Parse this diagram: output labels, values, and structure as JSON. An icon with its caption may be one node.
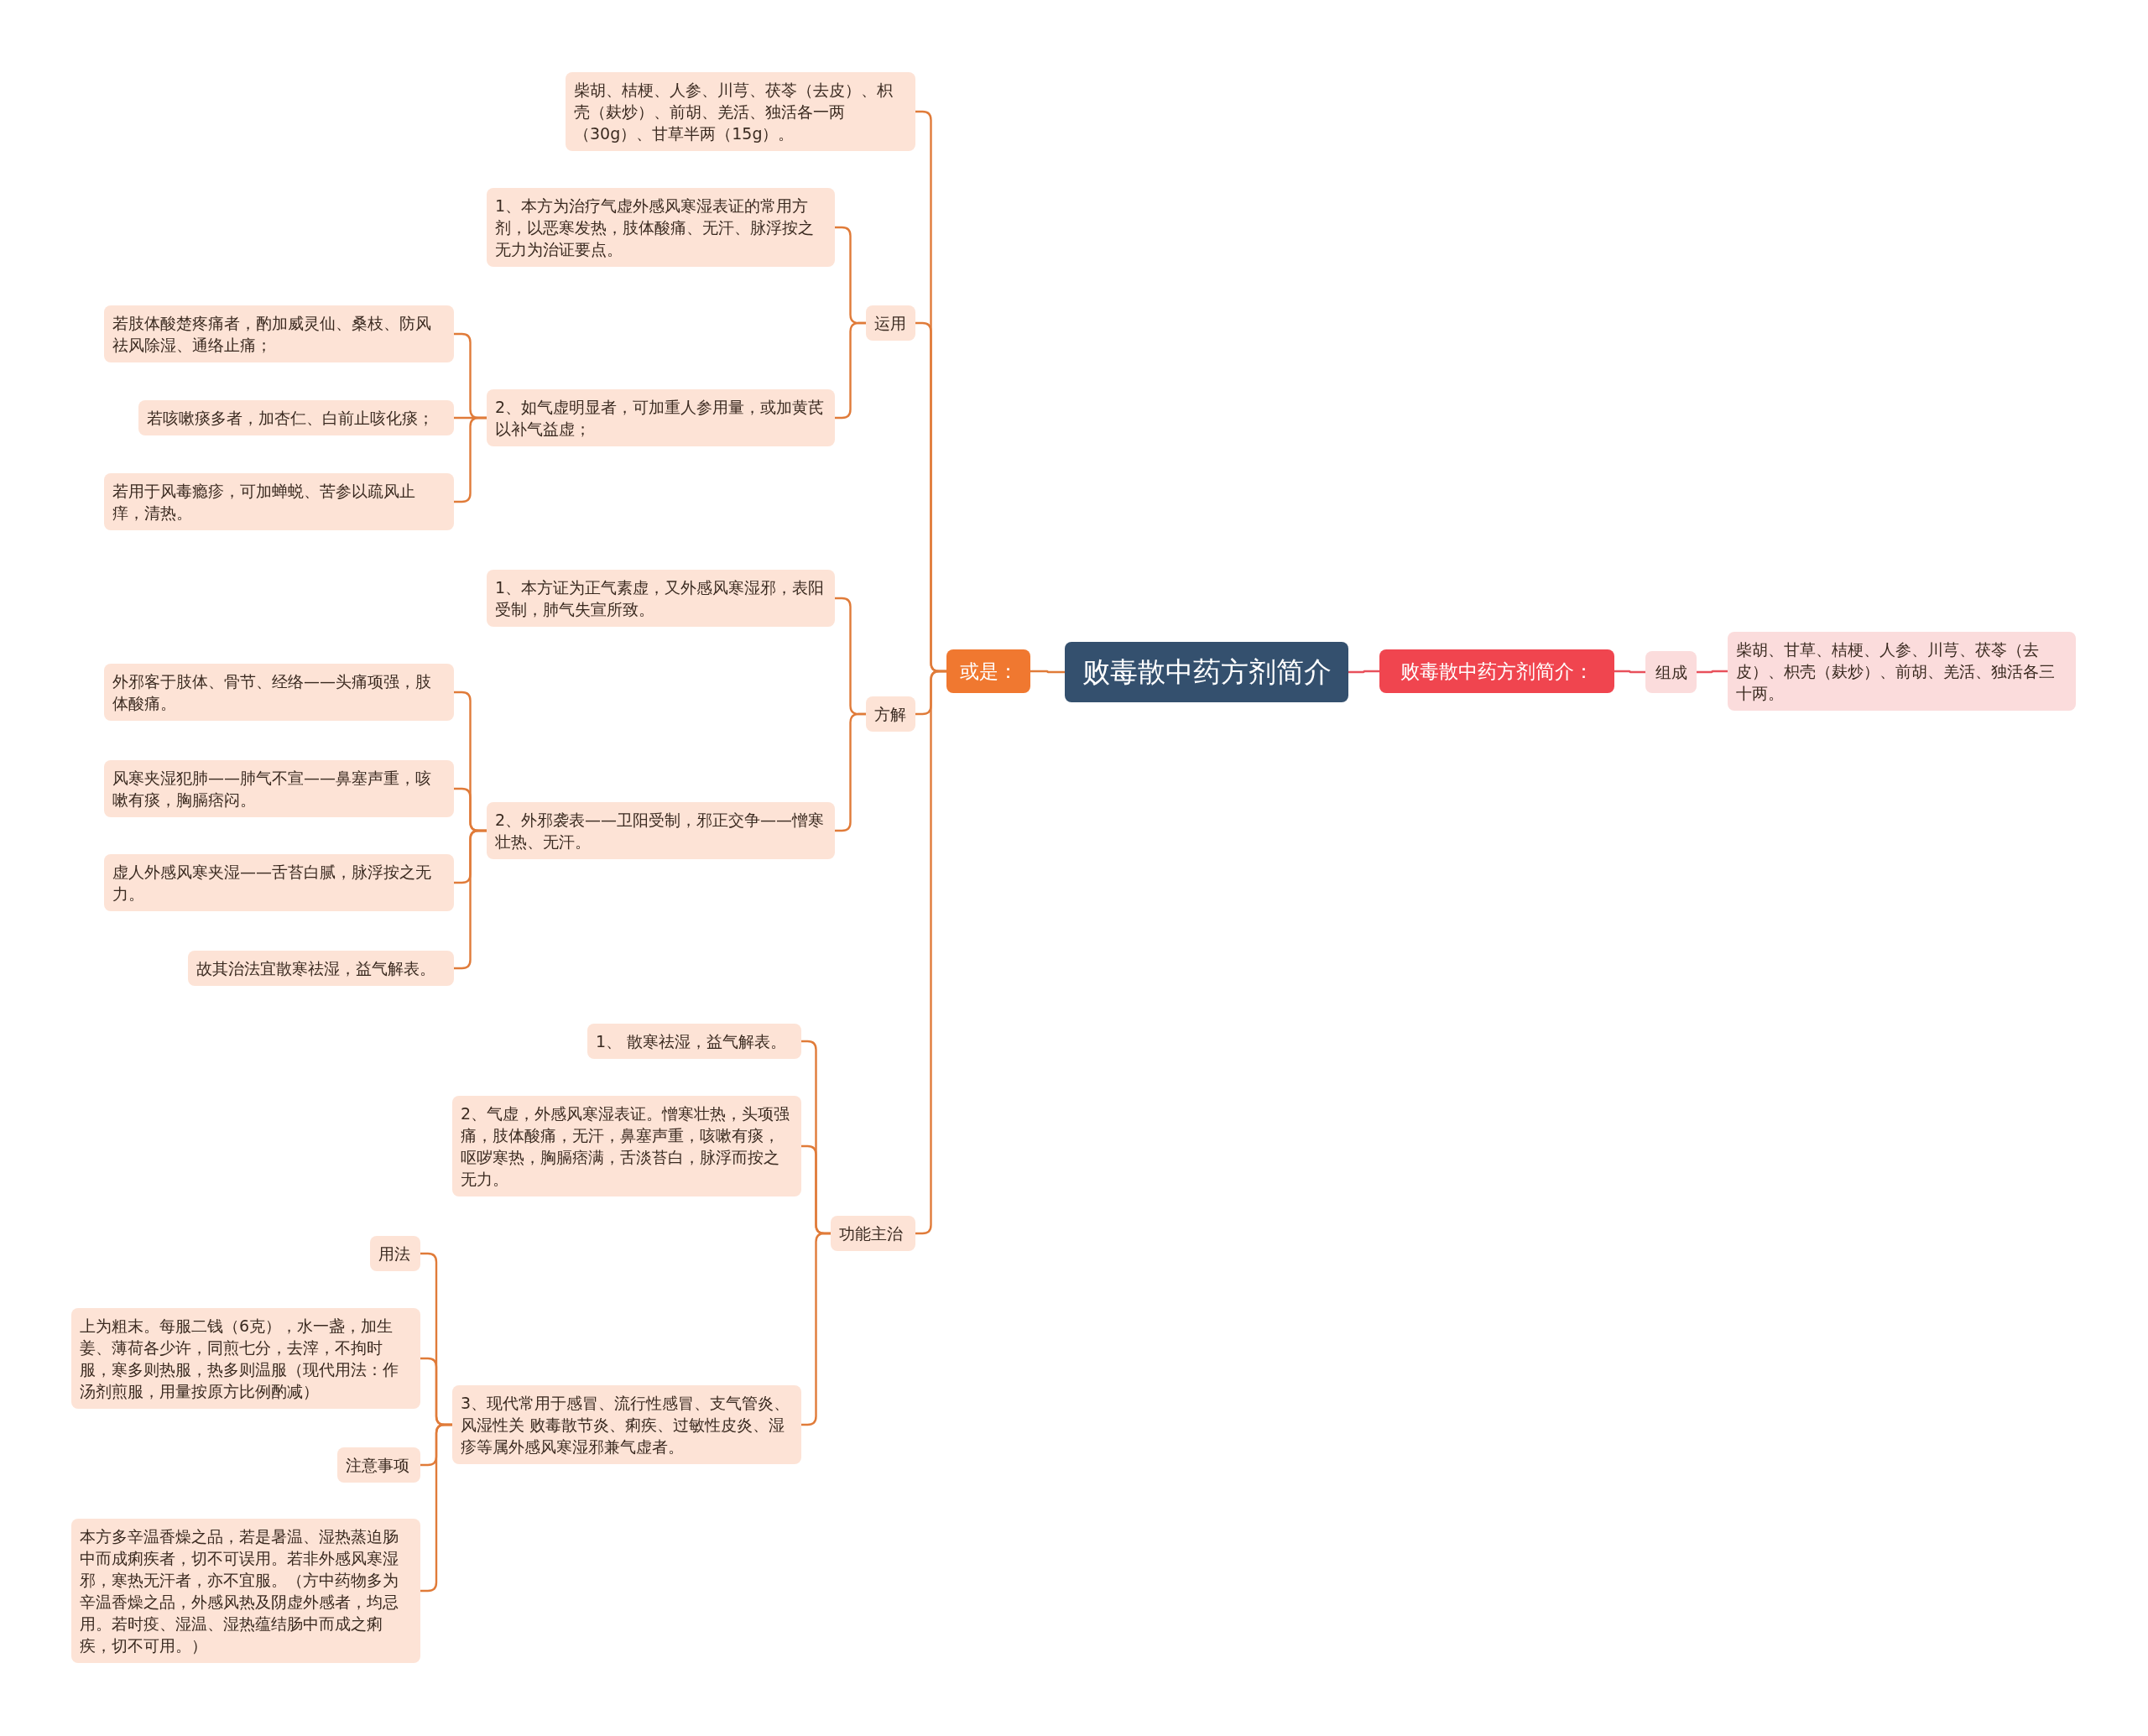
{
  "diagram": {
    "nodes": [
      {
        "text": [
          "败毒散中药方剂简介"
        ]
      },
      {
        "text": [
          "或是："
        ]
      },
      {
        "text": [
          "败毒散中药方剂简介："
        ]
      },
      {
        "text": [
          "组成"
        ]
      },
      {
        "text": [
          "柴胡、甘草、桔梗、人参、川芎、茯苓（去皮）、枳壳（麸炒）、前胡、羌活、独活各三十两。"
        ]
      },
      {
        "text": [
          "柴胡、桔梗、人参、川芎、茯苓（去皮）、枳壳（麸炒）、前胡、羌活、独活各一两（30g）、甘草半两（15g）。"
        ]
      },
      {
        "text": [
          "运用"
        ]
      },
      {
        "text": [
          "1、本方为治疗气虚外感风寒湿表证的常用方剂，以恶寒发热，肢体酸痛、无汗、脉浮按之无力为治证要点。"
        ]
      },
      {
        "text": [
          "2、如气虚明显者，可加重人参用量，或加黄芪以补气益虚；"
        ]
      },
      {
        "text": [
          "若肢体酸楚疼痛者，酌加威灵仙、桑枝、防风祛风除湿、通络止痛；"
        ]
      },
      {
        "text": [
          "若咳嗽痰多者，加杏仁、白前止咳化痰；"
        ]
      },
      {
        "text": [
          "若用于风毒瘾疹，可加蝉蜕、苦参以疏风止痒，清热。"
        ]
      },
      {
        "text": [
          "方解"
        ]
      },
      {
        "text": [
          "1、本方证为正气素虚，又外感风寒湿邪，表阳受制，肺气失宣所致。"
        ]
      },
      {
        "text": [
          "2、外邪袭表——卫阳受制，邪正交争——憎寒壮热、无汗。"
        ]
      },
      {
        "text": [
          "外邪客于肢体、骨节、经络——头痛项强，肢体酸痛。"
        ]
      },
      {
        "text": [
          "风寒夹湿犯肺——肺气不宣——鼻塞声重，咳嗽有痰，胸膈痞闷。"
        ]
      },
      {
        "text": [
          "虚人外感风寒夹湿——舌苔白腻，脉浮按之无力。"
        ]
      },
      {
        "text": [
          "故其治法宜散寒祛湿，益气解表。"
        ]
      },
      {
        "text": [
          "功能主治"
        ]
      },
      {
        "text": [
          "1、 散寒祛湿，益气解表。"
        ]
      },
      {
        "text": [
          "2、气虚，外感风寒湿表证。憎寒壮热，头项强痛，肢体酸痛，无汗，鼻塞声重，咳嗽有痰，呕哕寒热，胸膈痞满，舌淡苔白，脉浮而按之无力。"
        ]
      },
      {
        "text": [
          "3、现代常用于感冒、流行性感冒、支气管炎、风湿性关 败毒散节炎、痢疾、过敏性皮炎、湿疹等属外感风寒湿邪兼气虚者。"
        ]
      },
      {
        "text": [
          "用法"
        ]
      },
      {
        "text": [
          "上为粗末。每服二钱（6克），水一盏，加生姜、薄荷各少许，同煎七分，去滓，不拘时服，寒多则热服，热多则温服（现代用法：作汤剂煎服，用量按原方比例酌减）"
        ]
      },
      {
        "text": [
          "注意事项"
        ]
      },
      {
        "text": [
          "本方多辛温香燥之品，若是暑温、湿热蒸迫肠中而成痢疾者，切不可误用。若非外感风寒湿邪，寒热无汗者，亦不宜服。（方中药物多为辛温香燥之品，外感风热及阴虚外感者，均忌用。若时疫、湿温、湿热蕴结肠中而成之痢疾，切不可用。）"
        ]
      }
    ],
    "edges": [
      {
        "from": 0,
        "to": 1,
        "arrow": "none"
      },
      {
        "from": 0,
        "to": 2,
        "arrow": "none",
        "color": "#e8505b"
      },
      {
        "from": 2,
        "to": 3,
        "arrow": "none",
        "color": "#e8505b"
      },
      {
        "from": 3,
        "to": 4,
        "arrow": "none",
        "color": "#e8505b"
      },
      {
        "from": 1,
        "to": 5,
        "arrow": "none"
      },
      {
        "from": 1,
        "to": 6,
        "arrow": "none"
      },
      {
        "from": 1,
        "to": 12,
        "arrow": "none"
      },
      {
        "from": 1,
        "to": 19,
        "arrow": "none"
      },
      {
        "from": 6,
        "to": 7,
        "arrow": "none"
      },
      {
        "from": 6,
        "to": 8,
        "arrow": "none"
      },
      {
        "from": 8,
        "to": 9,
        "arrow": "none"
      },
      {
        "from": 8,
        "to": 10,
        "arrow": "none"
      },
      {
        "from": 8,
        "to": 11,
        "arrow": "none"
      },
      {
        "from": 12,
        "to": 13,
        "arrow": "none"
      },
      {
        "from": 12,
        "to": 14,
        "arrow": "none"
      },
      {
        "from": 14,
        "to": 15,
        "arrow": "none"
      },
      {
        "from": 14,
        "to": 16,
        "arrow": "none"
      },
      {
        "from": 14,
        "to": 17,
        "arrow": "none"
      },
      {
        "from": 14,
        "to": 18,
        "arrow": "none"
      },
      {
        "from": 19,
        "to": 20,
        "arrow": "none"
      },
      {
        "from": 19,
        "to": 21,
        "arrow": "none"
      },
      {
        "from": 19,
        "to": 22,
        "arrow": "none"
      },
      {
        "from": 22,
        "to": 23,
        "arrow": "none"
      },
      {
        "from": 22,
        "to": 24,
        "arrow": "none"
      },
      {
        "from": 22,
        "to": 25,
        "arrow": "none"
      },
      {
        "from": 22,
        "to": 26,
        "arrow": "none"
      }
    ]
  }
}
